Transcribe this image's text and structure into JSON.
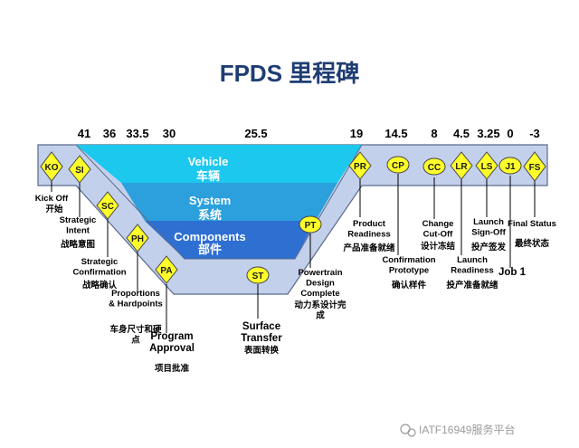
{
  "title": "FPDS 里程碑",
  "timeline": [
    "41",
    "36",
    "33.5",
    "30",
    "25.5",
    "19",
    "14.5",
    "8",
    "4.5",
    "3.25",
    "0",
    "-3"
  ],
  "bands": {
    "vehicle": {
      "en": "Vehicle",
      "cn": "车辆"
    },
    "system": {
      "en": "System",
      "cn": "系统"
    },
    "components": {
      "en": "Components",
      "cn": "部件"
    }
  },
  "milestones": [
    {
      "code": "KO",
      "shape": "diamond",
      "label_en": "Kick Off",
      "label_cn": "开始"
    },
    {
      "code": "SI",
      "shape": "diamond",
      "label_en": "Strategic Intent",
      "label_cn": "战略意图"
    },
    {
      "code": "SC",
      "shape": "diamond",
      "label_en": "Strategic Confirmation",
      "label_cn": "战略确认"
    },
    {
      "code": "PH",
      "shape": "diamond",
      "label_en": "Proportions & Hardpoints",
      "label_cn": "车身尺寸和硬点"
    },
    {
      "code": "PA",
      "shape": "diamond",
      "label_en": "Program Approval",
      "label_cn": "项目批准"
    },
    {
      "code": "ST",
      "shape": "ellipse",
      "label_en": "Surface Transfer",
      "label_cn": "表面转换"
    },
    {
      "code": "PT",
      "shape": "ellipse",
      "label_en": "Powertrain Design Complete",
      "label_cn": "动力系设计完成"
    },
    {
      "code": "PR",
      "shape": "diamond",
      "label_en": "Product Readiness",
      "label_cn": "产品准备就绪"
    },
    {
      "code": "CP",
      "shape": "ellipse",
      "label_en": "Confirmation Prototype",
      "label_cn": "确认样件"
    },
    {
      "code": "CC",
      "shape": "ellipse",
      "label_en": "Change Cut-Off",
      "label_cn": "设计冻结"
    },
    {
      "code": "LR",
      "shape": "diamond",
      "label_en": "Launch Readiness",
      "label_cn": "投产准备就绪"
    },
    {
      "code": "LS",
      "shape": "diamond",
      "label_en": "Launch Sign-Off",
      "label_cn": "投产签发"
    },
    {
      "code": "J1",
      "shape": "ellipse",
      "label_en": "Job 1",
      "label_cn": ""
    },
    {
      "code": "FS",
      "shape": "diamond",
      "label_en": "Final Status",
      "label_cn": "最终状态"
    }
  ],
  "watermark": "IATF16949服务平台",
  "colors": {
    "title": "#1f3d73",
    "vehicle_band": "#1cc8ee",
    "system_band": "#2ba0dd",
    "components_band": "#2e6fd2",
    "outline_band": "#c3d0ec",
    "outline_stroke": "#5a6a8a",
    "marker_fill": "#ffff2a"
  }
}
